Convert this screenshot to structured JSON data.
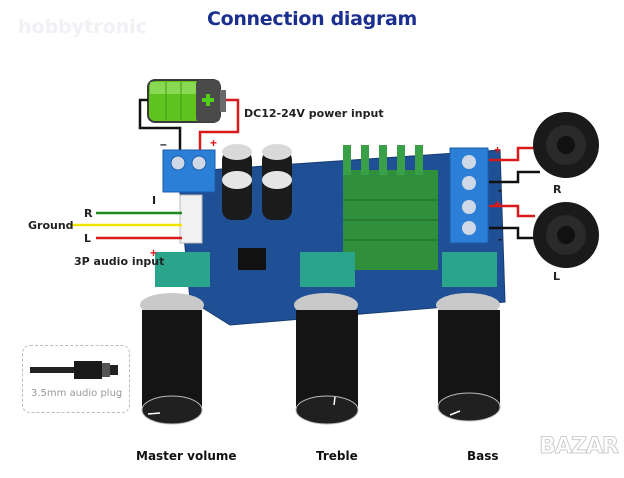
{
  "title": "Connection diagram",
  "watermark": "hobbytronic",
  "power": {
    "label": "DC12-24V power input",
    "plus": "+",
    "minus": "–",
    "icon": "battery-icon"
  },
  "audio_input": {
    "ground_label": "Ground",
    "r_label": "R",
    "l_label": "L",
    "label": "3P audio input",
    "plus": "+",
    "marker": "I",
    "wire_colors": {
      "r": "#1e8a1e",
      "ground": "#f2e200",
      "l": "#d81a1a"
    }
  },
  "speakers": [
    {
      "name": "R",
      "plus": "+",
      "minus": "-"
    },
    {
      "name": "L",
      "plus": "+",
      "minus": "-"
    }
  ],
  "plug": {
    "label": "3.5mm audio plug",
    "icon": "audio-jack-icon"
  },
  "knobs": [
    {
      "label": "Master volume"
    },
    {
      "label": "Treble"
    },
    {
      "label": "Bass"
    }
  ],
  "colors": {
    "title": "#1a2f8f",
    "pcb": "#1f4f94",
    "terminal": "#2c7fd6",
    "heatsink": "#2f8f3a",
    "pot": "#2aa58c",
    "wire_red": "#d81a1a"
  },
  "logo": "BAZAR"
}
